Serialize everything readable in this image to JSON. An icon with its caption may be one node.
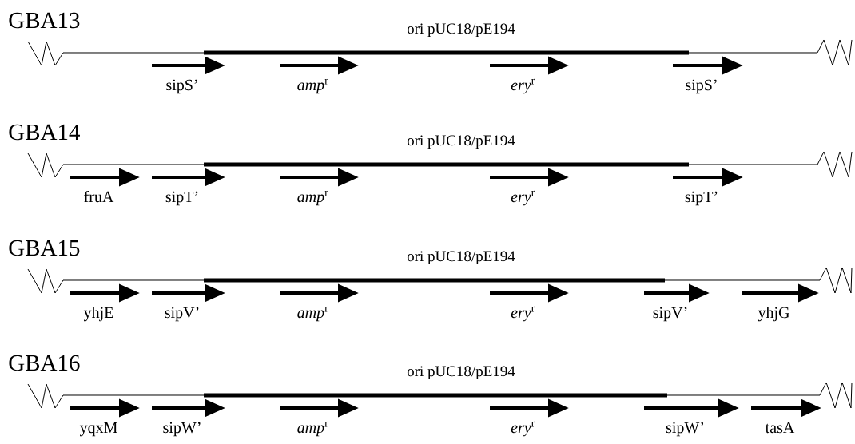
{
  "diagram": {
    "labels": [
      "GBA13",
      "ori pUC18/pE194",
      "sipS’",
      "*amp*$^{r}$",
      "*ery*$^{r}$",
      "sipS’",
      "GBA14",
      "ori pUC18/pE194",
      "fruA",
      "sipT’",
      "*amp*$^{r}$",
      "*ery*$^{r}$",
      "sipT’",
      "GBA15",
      "ori pUC18/pE194",
      "yhjE",
      "sipV’",
      "*amp*$^{r}$",
      "*ery*$^{r}$",
      "sipV’",
      "yhjG",
      "GBA16",
      "ori pUC18/pE194",
      "yqxM",
      "sipW’",
      "*amp*$^{r}$",
      "*ery*$^{r}$",
      "sipW’",
      "tasA"
    ]
  }
}
